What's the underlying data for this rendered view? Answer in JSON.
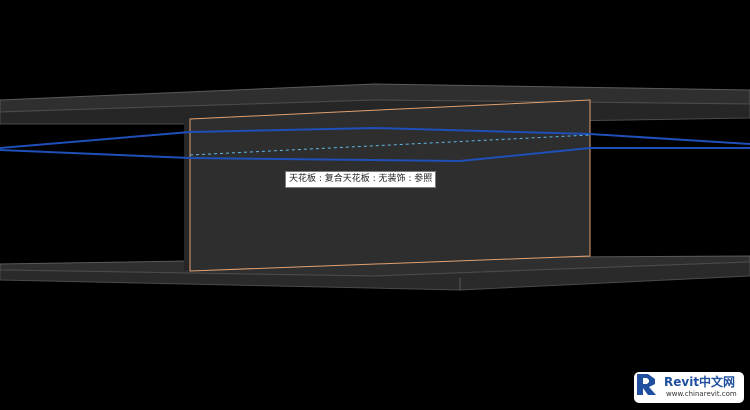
{
  "view": {
    "background": "#000000",
    "floor_fill": "#2e2e2e",
    "floor_edge": "#5a5a5a",
    "ceiling_fill": "#2f2f2f",
    "selected_outline": "#e0a070",
    "ceiling_highlight": "#1f4fb8",
    "reference_line": "#5fb6e6"
  },
  "tooltip": {
    "text": "天花板 : 复合天花板 : 无装饰 : 参照"
  },
  "watermark": {
    "brand": "Revit中文网",
    "url": "www.chinarevit.com",
    "logo_icon": "revit-r-logo-icon",
    "brand_color": "#1f4f9e"
  }
}
